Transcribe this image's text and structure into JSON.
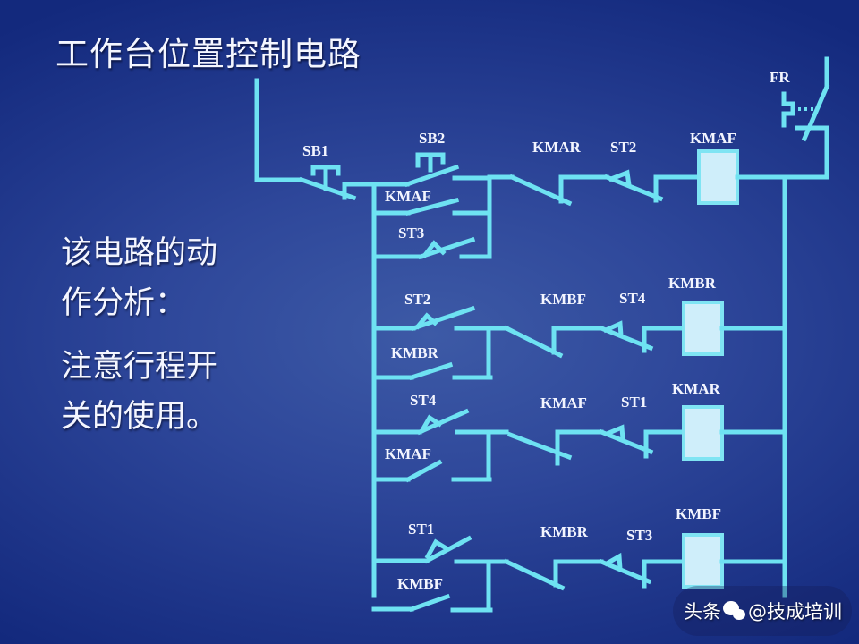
{
  "slide": {
    "title": "工作台位置控制电路",
    "note_lines_1": [
      "该电路的动",
      "作分析："
    ],
    "note_lines_2": [
      "注意行程开",
      "关的使用。"
    ]
  },
  "colors": {
    "background_center": "#3d5aa6",
    "background_edge": "#13297d",
    "wire": "#6ee2f2",
    "coil_fill": "#cfeefa",
    "text": "#f4f6ff"
  },
  "circuit": {
    "overload_relay": "FR",
    "stop_button": "SB1",
    "rungs": [
      {
        "coil": "KMAF",
        "start_contacts": [
          "SB2",
          "KMAF",
          "ST3"
        ],
        "interlock_contact": "KMAR",
        "limit_switch_nc": "ST2"
      },
      {
        "coil": "KMBR",
        "start_contacts": [
          "ST2",
          "KMBR"
        ],
        "interlock_contact": "KMBF",
        "limit_switch_nc": "ST4"
      },
      {
        "coil": "KMAR",
        "start_contacts": [
          "ST4",
          "KMAF"
        ],
        "interlock_contact": "KMAF",
        "limit_switch_nc": "ST1"
      },
      {
        "coil": "KMBF",
        "start_contacts": [
          "ST1",
          "KMBF"
        ],
        "interlock_contact": "KMBR",
        "limit_switch_nc": "ST3"
      }
    ]
  },
  "watermark": {
    "prefix": "头条",
    "handle": "@技成培训",
    "icon": "chat-bubble-icon"
  }
}
